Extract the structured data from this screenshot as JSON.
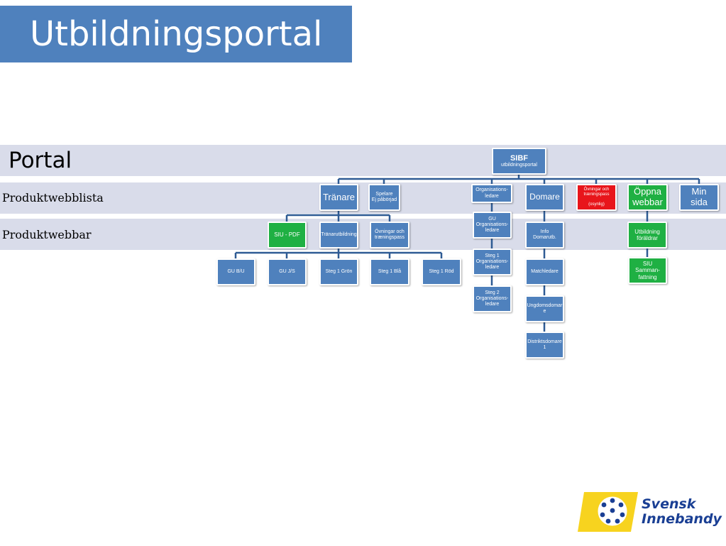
{
  "header": {
    "title": "Utbildningsportal"
  },
  "bands": {
    "portal": "Portal",
    "produktwebblista": "Produktwebblista",
    "produktwebbar": "Produktwebbar"
  },
  "nodes": {
    "sibf": {
      "title": "SIBF",
      "subtitle": "utbildningsportal"
    },
    "tranare": "Tränare",
    "spelare": "Spelare\nEj påbörjad",
    "orgledare": "Organisations-\nledare",
    "domare": "Domare",
    "ovningar_osynlig": "Övningar och\ntræningspass\n\n(osynlig)",
    "oppna_webbar": "Öppna\nwebbar",
    "min_sida": "Min\nsida",
    "siu_pdf": "SIU - PDF",
    "tranarutbildning": "Tränarutbildning",
    "ovningar_traningspass": "Övningar och\ntræningspass",
    "gu_org": "GU\nOrganisations-\nledare",
    "steg1_org": "Steg 1\nOrganisations-\nledare",
    "steg2_org": "Steg 2\nOrganisations-\nledare",
    "info_domarutb": "Info\nDomarutb.",
    "matchledare": "Matchledare",
    "ungdomsdomare": "Ungdomsdomar\ne",
    "distriktsdomare": "Distriktsdomare\n1",
    "utbildning_foraldrar": "Utbildning\nföräldrar",
    "siu_sammanfattning": "SIU\nSamman-\nfattning",
    "gu_bu": "GU B/U",
    "gu_js": "GU J/S",
    "steg1_gron": "Steg 1 Grön",
    "steg1_bla": "Steg 1 Blå",
    "steg1_rod": "Steg 1 Röd"
  },
  "logo": {
    "line1": "Svensk",
    "line2": "Innebandy"
  },
  "colors": {
    "band": "#d9dcea",
    "node_blue": "#4f81bd",
    "node_green": "#1fb043",
    "node_red": "#e8151b",
    "connector": "#2e5b94"
  }
}
